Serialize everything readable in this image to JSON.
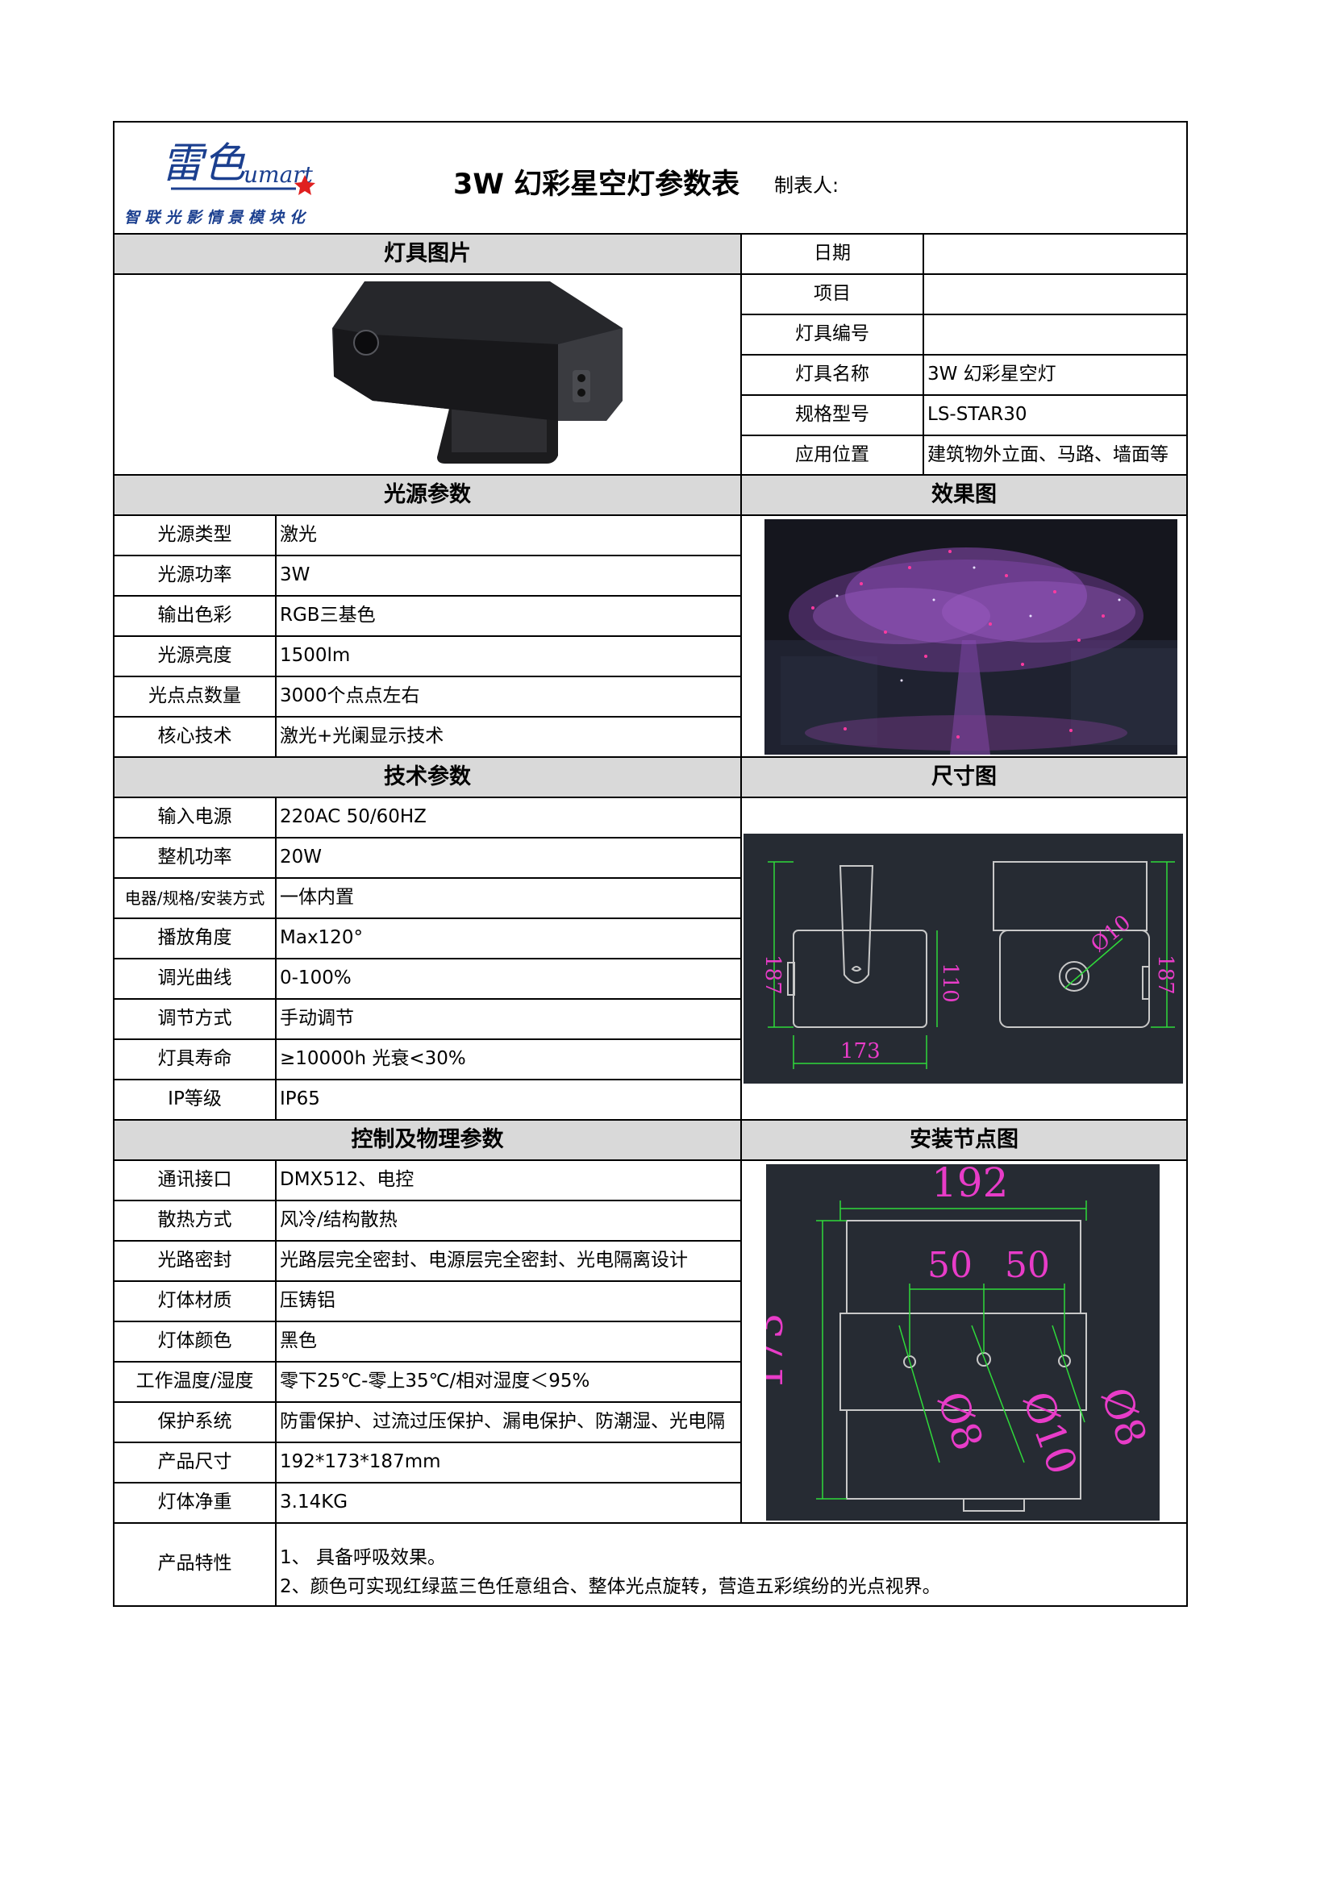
{
  "header": {
    "logo_brand": "雷色",
    "logo_script": "umart",
    "logo_slogan": "智 联 光 影 情 景 模 块 化",
    "title": "3W 幻彩星空灯参数表",
    "maker_label": "制表人:"
  },
  "sections": {
    "fixture_photo": "灯具图片",
    "light_source": "光源参数",
    "effect": "效果图",
    "technical": "技术参数",
    "dimension": "尺寸图",
    "control_physical": "控制及物理参数",
    "install": "安装节点图"
  },
  "info_rows": [
    {
      "label": "日期",
      "value": ""
    },
    {
      "label": "项目",
      "value": ""
    },
    {
      "label": "灯具编号",
      "value": ""
    },
    {
      "label": "灯具名称",
      "value": "3W 幻彩星空灯"
    },
    {
      "label": "规格型号",
      "value": "LS-STAR30"
    },
    {
      "label": "应用位置",
      "value": "建筑物外立面、马路、墙面等"
    }
  ],
  "light_rows": [
    {
      "label": "光源类型",
      "value": "激光"
    },
    {
      "label": "光源功率",
      "value": "3W"
    },
    {
      "label": "输出色彩",
      "value": "RGB三基色"
    },
    {
      "label": "光源亮度",
      "value": "1500lm"
    },
    {
      "label": "光点点数量",
      "value": "3000个点点左右"
    },
    {
      "label": "核心技术",
      "value": "激光+光阑显示技术"
    }
  ],
  "tech_rows": [
    {
      "label": "输入电源",
      "value": "220AC 50/60HZ"
    },
    {
      "label": "整机功率",
      "value": "20W"
    },
    {
      "label": "电器/规格/安装方式",
      "value": "一体内置"
    },
    {
      "label": "播放角度",
      "value": "Max120°"
    },
    {
      "label": "调光曲线",
      "value": "0-100%"
    },
    {
      "label": "调节方式",
      "value": "手动调节"
    },
    {
      "label": "灯具寿命",
      "value": "≥10000h 光衰<30%"
    },
    {
      "label": "IP等级",
      "value": "IP65"
    }
  ],
  "control_rows": [
    {
      "label": "通讯接口",
      "value": "DMX512、电控"
    },
    {
      "label": "散热方式",
      "value": "风冷/结构散热"
    },
    {
      "label": "光路密封",
      "value": "光路层完全密封、电源层完全密封、光电隔离设计"
    },
    {
      "label": "灯体材质",
      "value": "压铸铝"
    },
    {
      "label": "灯体颜色",
      "value": "黑色"
    },
    {
      "label": "工作温度/湿度",
      "value": "零下25℃-零上35℃/相对湿度＜95%"
    },
    {
      "label": "保护系统",
      "value": "防雷保护、过流过压保护、漏电保护、防潮湿、光电隔"
    },
    {
      "label": "产品尺寸",
      "value": "192*173*187mm"
    },
    {
      "label": "灯体净重",
      "value": "3.14KG"
    }
  ],
  "features": {
    "label": "产品特性",
    "line1": "1、 具备呼吸效果。",
    "line2": "2、颜色可实现红绿蓝三色任意组合、整体光点旋转，营造五彩缤纷的光点视界。"
  },
  "dimension_labels": {
    "height": "187",
    "depth": "110",
    "width": "173",
    "hole": "Ø10",
    "height_right": "187"
  },
  "install_labels": {
    "top": "192",
    "gap1": "50",
    "gap2": "50",
    "side": "173",
    "hole_a": "Ø8",
    "hole_b": "Ø10",
    "hole_c": "Ø8"
  },
  "colors": {
    "band": "#d9d9d9",
    "cad_bg": "#262b33",
    "cad_green": "#2fd93a",
    "cad_magenta": "#e83cc8"
  }
}
